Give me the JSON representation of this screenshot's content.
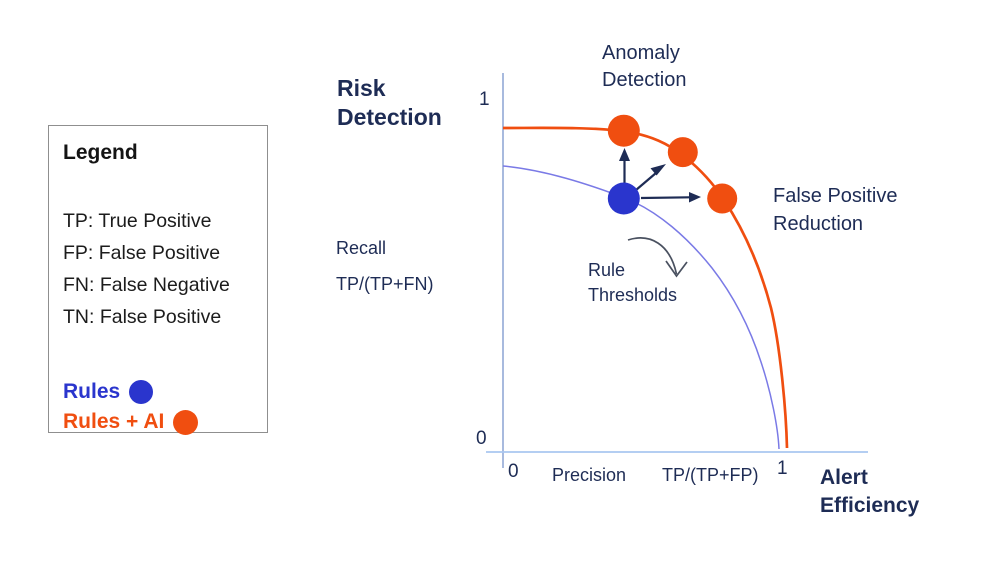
{
  "colors": {
    "navy_text": "#1e2c55",
    "rules_blue": "#2a35cd",
    "rules_ai_orange": "#f04e10",
    "rules_curve": "#7a7ae6",
    "x_axis_line": "#a9c7f1",
    "y_axis_line": "#93a8d6",
    "threshold_arrow_gray": "#4a5160",
    "legend_text_black": "#1c1c1c",
    "legend_border_gray": "#8f8f8f"
  },
  "legend": {
    "title": "Legend",
    "abbreviations": [
      "TP: True Positive",
      "FP: False Positive",
      "FN: False Negative",
      "TN: False Positive"
    ],
    "series": [
      {
        "label": "Rules",
        "color": "#2a35cd",
        "marker": "blue-circle"
      },
      {
        "label": "Rules + AI",
        "color": "#f04e10",
        "marker": "orange-circle"
      }
    ]
  },
  "chart": {
    "type": "line",
    "description": "Precision-recall tradeoff frontier: Rules vs Rules + AI",
    "y_axis": {
      "title": "Risk\nDetection",
      "label": "Recall",
      "formula": "TP/(TP+FN)",
      "tick_top": "1",
      "tick_bottom": "0",
      "range": [
        0,
        1
      ]
    },
    "x_axis": {
      "title": "Alert\nEfficiency",
      "label": "Precision",
      "formula": "TP/(TP+FP)",
      "tick_origin": "0",
      "tick_end": "1",
      "range": [
        0,
        1
      ]
    },
    "annotations": {
      "anomaly_detection": "Anomaly\nDetection",
      "false_positive_reduction": "False Positive\nReduction",
      "rule_thresholds": "Rule\nThresholds"
    },
    "points": {
      "rules": [
        {
          "precision": 0.43,
          "recall": 0.71
        }
      ],
      "rules_ai": [
        {
          "precision": 0.43,
          "recall": 0.9
        },
        {
          "precision": 0.64,
          "recall": 0.84
        },
        {
          "precision": 0.78,
          "recall": 0.71
        }
      ]
    }
  }
}
